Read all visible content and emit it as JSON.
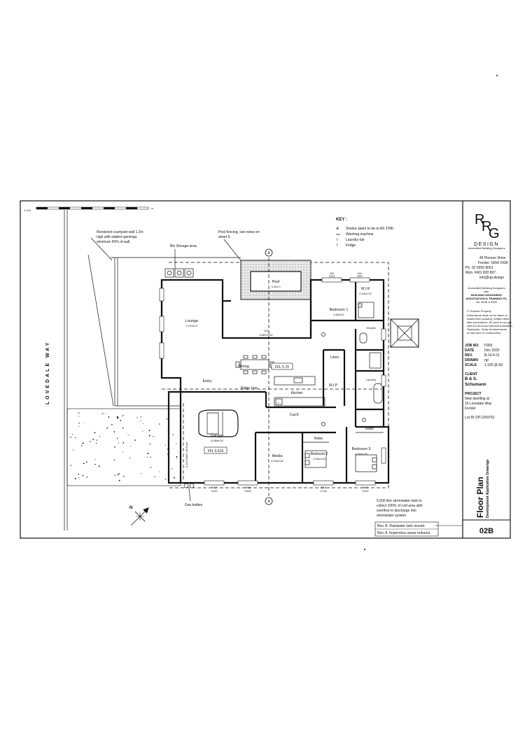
{
  "title_block": {
    "logo_letters": [
      "R",
      "R",
      "G"
    ],
    "brand": "DESIGN",
    "brand_sub": "Accredited Building Designers",
    "address1": "45 Pioneer Drive",
    "address2": "Forster, NSW 2428",
    "ph": "Ph.   02 6555 8001",
    "mob": "Mob.   0401 820 897",
    "email": "info@rgr.design",
    "accred1": "Accredited Building Designers",
    "accred2": "with",
    "accred3": "BUILDING DESIGNERS",
    "accred4": "ASSOCIATION & TRAINING P/L",
    "accred5": "No. 8148 & 8150",
    "copyright_title": "© Graeme Property",
    "copyright_lines": [
      "Dimensions shall not be taken or",
      "scaled from drawing. Written dims",
      "take precedence. All work to comply",
      "with the BCA and relevant Australian",
      "Standards. Verify all dimensions",
      "on site prior to construction."
    ],
    "job_label": "JOB NO.",
    "job_value": "F993",
    "date_label": "DATE",
    "date_value": "Dec 2020",
    "rev_label": "REV.",
    "rev_value": "B-14.4.21",
    "drawn_label": "DRAWN",
    "drawn_value": "rgr",
    "scale_label": "SCALE",
    "scale_value": "1:100 @ A3",
    "client_label": "CLIENT",
    "client_value": "B & S.",
    "client_name": "Schumann",
    "project_label": "PROJECT",
    "project_line1": "New dwelling at",
    "project_line2": "15 Lovedale Way",
    "project_line3": "Forster",
    "lot": "Lot.55  DP.1259752",
    "sheet_title": "Floor Plan",
    "sheet_subtitle": "Development Application Drawings",
    "sheet_number": "02B"
  },
  "scale_bar": {
    "label": "1:100",
    "unit": "m"
  },
  "street": "LOVEDALE WAY",
  "key": {
    "title": "KEY :",
    "items": [
      {
        "symbol": "⊗",
        "text": "Smoke alarm to be to AS 3786."
      },
      {
        "symbol": "wm",
        "text": "Washing machine"
      },
      {
        "symbol": "t",
        "text": "Laundry tub"
      },
      {
        "symbol": "f",
        "text": "Fridge"
      }
    ]
  },
  "notes": {
    "courtyard": [
      "Rendered courtyard wall 1.2m",
      "high with slatted openings",
      "minimum 50% of wall"
    ],
    "pool_fence": [
      "Pool fencing, see notes on",
      "sheet 5."
    ],
    "bin": "Bin Storage area.",
    "gas": "Gas bottles",
    "stormwater": [
      "5,000 litre stormwater tank to",
      "collect 100% of roof area with",
      "overflow to discharge into",
      "stormwater system."
    ],
    "ridge": "Ridge Line",
    "section_marker": "A"
  },
  "revisions": [
    "Rev. B. Rainwater tank moved.",
    "Rev. A. Impervious areas reduced."
  ],
  "rooms": {
    "pool": {
      "name": "Pool",
      "dims": "4.0x2.0"
    },
    "lounge": {
      "name": "Lounge",
      "dims": "7.47x5.07"
    },
    "wir": {
      "name": "W.I.R",
      "dims": "2.40x2.20"
    },
    "bed1": {
      "name": "Bedroom 1",
      "dims": "4.50x3.5"
    },
    "dining": {
      "name": "Dining"
    },
    "linen": {
      "name": "Linen"
    },
    "wip": {
      "name": "W.I.P"
    },
    "kitchen": {
      "name": "Kitchen"
    },
    "cupd": {
      "name": "Cup'd"
    },
    "entry": {
      "name": "Entry"
    },
    "garage": {
      "name": "Garage",
      "dims": "6.58x6.03"
    },
    "garage_door": "5.1m Panel Lift Door",
    "media": {
      "name": "Media",
      "dims": "4.00x3.50"
    },
    "bed2": {
      "name": "Bedroom 2",
      "dims": "4.00x2.64"
    },
    "bed3": {
      "name": "Bedroom 3",
      "dims": "4.00x3.20"
    },
    "robe1": {
      "name": "Robe"
    },
    "robe2": {
      "name": "Robe"
    },
    "ensuite": {
      "name": "Ensuite"
    },
    "laundry": {
      "name": "Laundry"
    },
    "d3": {
      "name": "D3",
      "dims": "2160/2120"
    }
  },
  "levels": {
    "main": "FFL 5.70",
    "garage": "FFL 5.615"
  },
  "windows": {
    "w3": "W3",
    "w3_dim": "1224",
    "w4": "W4",
    "w4_dim": "1507",
    "w17": "W17",
    "w17_dim": "1010",
    "w16": "W16",
    "w16_dim": "0918",
    "w15": "W15",
    "w15_dim": "1218",
    "w14": "W14",
    "w14_dim": "1010"
  },
  "north": "N"
}
